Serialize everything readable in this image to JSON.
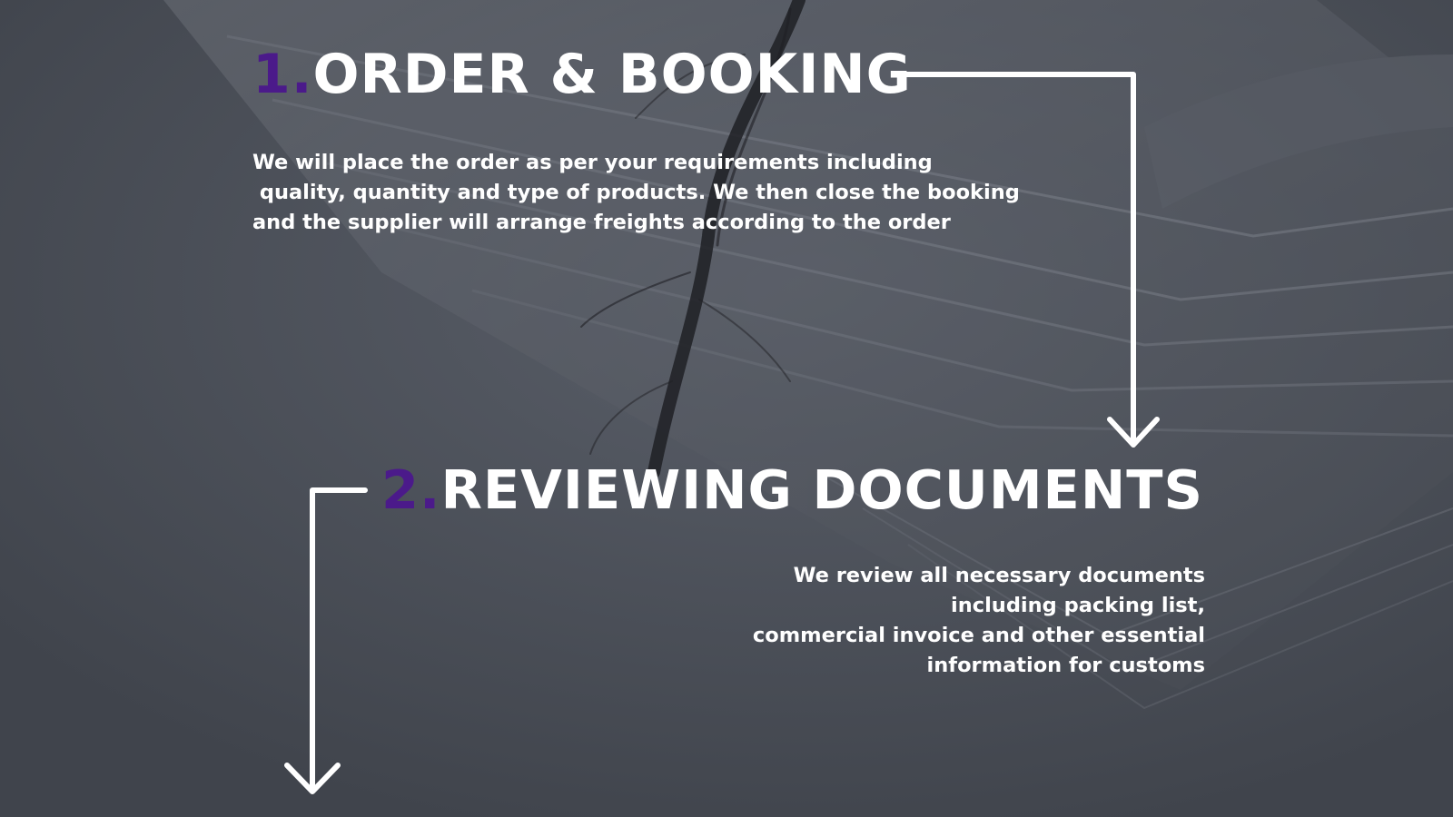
{
  "step1": {
    "number": "1.",
    "title": "ORDER & BOOKING",
    "description_lines": [
      "We will place the order as per your requirements including",
      " quality, quantity and type of products. We then close the booking",
      "and the supplier will arrange freights according to the order"
    ]
  },
  "step2": {
    "number": "2.",
    "title": "REVIEWING DOCUMENTS",
    "description_lines": [
      "We review all necessary documents",
      "including packing list,",
      "commercial invoice and other essential",
      "information for customs"
    ]
  },
  "colors": {
    "accent": "#4b1a8a",
    "text": "#ffffff",
    "background": "#4a4e57",
    "arrow": "#ffffff"
  },
  "icons": {
    "arrow_1": "elbow-arrow-down-icon",
    "arrow_2": "elbow-arrow-down-icon"
  }
}
